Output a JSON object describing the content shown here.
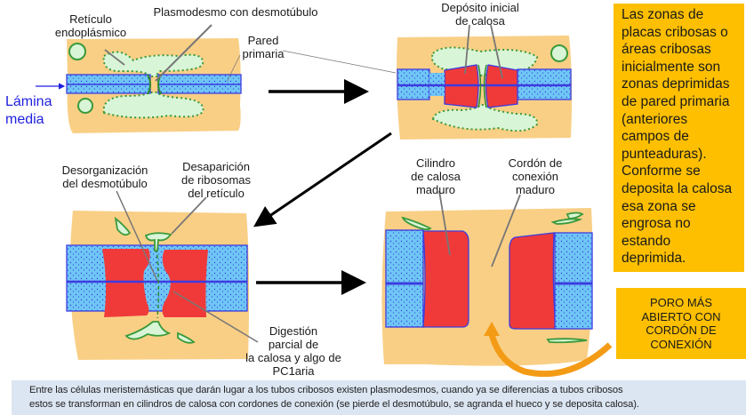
{
  "colors": {
    "cytoplasm": "#f9cf86",
    "reticulum_fill": "#d9f5d7",
    "reticulum_stroke": "#3a9a3a",
    "wall_fill": "#6ec6f5",
    "middle_lamella": "#3c3ce0",
    "callose": "#f03a3a",
    "note_bg": "#fdbf00",
    "caption_bg": "#dce6f2",
    "lamina_label": "#1f1fe0",
    "curved_arrow": "#f49b16"
  },
  "panels": [
    {
      "id": "stage-1",
      "labels": {
        "reticulo": "Retículo\nendoplásmico",
        "plasmodesmo": "Plasmodesmo con desmotúbulo",
        "pared": "Pared\nprimaria",
        "lamina": "Lámina\nmedia"
      }
    },
    {
      "id": "stage-2",
      "labels": {
        "deposito": "Depósito inicial\nde calosa"
      }
    },
    {
      "id": "stage-3",
      "labels": {
        "desorganizacion": "Desorganización\ndel desmotúbulo",
        "desaparicion": "Desaparición\nde ribosomas\ndel retículo",
        "digestion": "Digestión\nparcial de\nla calosa y algo de\nPC1aria"
      }
    },
    {
      "id": "stage-4",
      "labels": {
        "cilindro": "Cilindro\nde calosa\nmaduro",
        "cordon": "Cordón de\nconexión\nmaduro"
      }
    }
  ],
  "side_note": "Las zonas de\nplacas cribosas  o\náreas cribosas\ninicialmente son\nzonas deprimidas\nde pared primaria\n(anteriores\ncampos de\npunteaduras).\nConforme se\ndeposita la calosa\nesa zona se\nengrosa no\nestando\ndeprimida.",
  "poro_box": "PORO MÁS\nABIERTO CON\nCORDÓN DE\nCONEXIÓN",
  "caption": {
    "line1": "Entre las células meristemásticas que darán lugar a los tubos cribosos existen plasmodesmos, cuando ya se diferencias a tubos cribosos",
    "line2": "estos se transforman en cilindros de calosa con cordones de conexión (se pierde el desmotúbulo, se agranda el hueco y se deposita calosa)."
  }
}
